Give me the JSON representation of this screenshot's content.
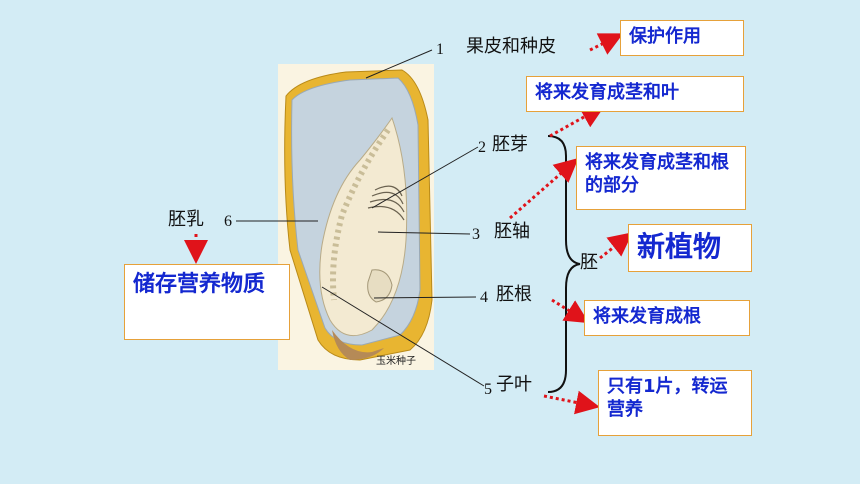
{
  "diagram": {
    "kernel_caption": "玉米种子",
    "parts": [
      {
        "num": "1",
        "name": "果皮和种皮"
      },
      {
        "num": "2",
        "name": "胚芽"
      },
      {
        "num": "3",
        "name": "胚轴"
      },
      {
        "num": "4",
        "name": "胚根"
      },
      {
        "num": "5",
        "name": "子叶"
      },
      {
        "num": "6",
        "name": "胚乳"
      }
    ],
    "embryo_label": "胚",
    "functions": {
      "pericarp": "保护作用",
      "plumule": "将来发育成茎和叶",
      "hypocotyl": "将来发育成茎和根的部分",
      "embryo": "新植物",
      "radicle": "将来发育成根",
      "cotyledon": "只有1片，转运营养",
      "endosperm": "储存营养物质"
    },
    "colors": {
      "arrow": "#e0131a",
      "box_text": "#1428d0",
      "box_border": "#e6a13a"
    }
  }
}
